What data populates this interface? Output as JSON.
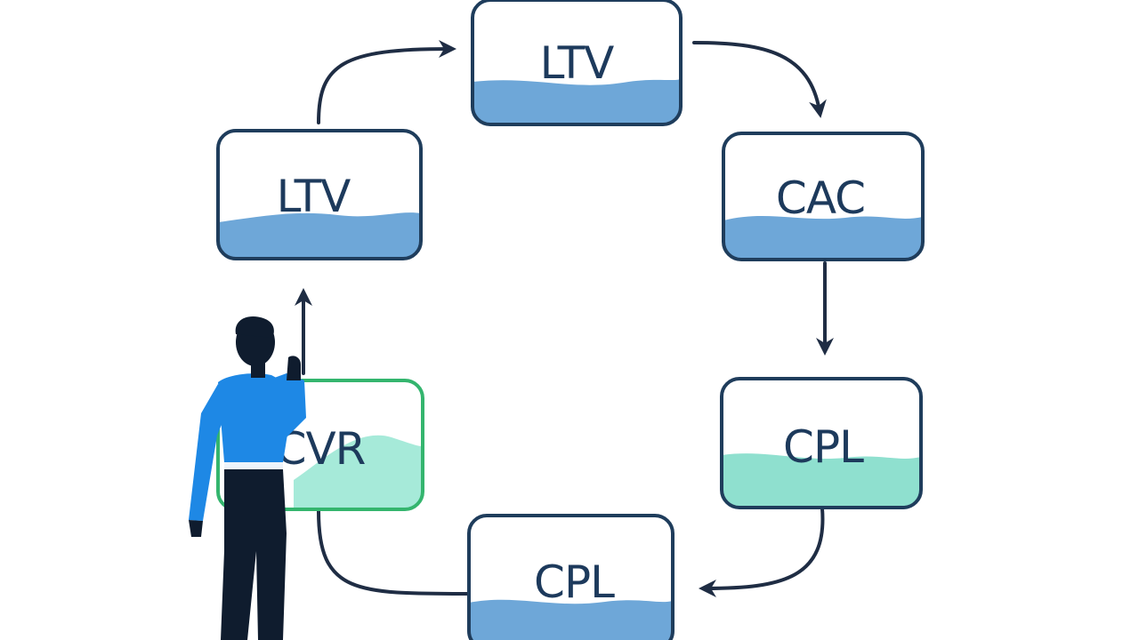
{
  "nodes": [
    {
      "id": "node-ltv-top",
      "label": "LTV",
      "fill_color": "#6ea7d8",
      "border_color": "#1f3d5c"
    },
    {
      "id": "node-cac",
      "label": "CAC",
      "fill_color": "#6ea7d8",
      "border_color": "#1f3d5c"
    },
    {
      "id": "node-cpl-right",
      "label": "CPL",
      "fill_color": "#8fe0cf",
      "border_color": "#1f3d5c"
    },
    {
      "id": "node-cpl-bottom",
      "label": "CPL",
      "fill_color": "#6ea7d8",
      "border_color": "#1f3d5c"
    },
    {
      "id": "node-cvr",
      "label": "CVR",
      "fill_color": "#a6ead9",
      "border_color": "#34b56e"
    },
    {
      "id": "node-ltv-left",
      "label": "LTV",
      "fill_color": "#6ea7d8",
      "border_color": "#1f3d5c"
    }
  ],
  "connectors": [
    {
      "from": "LTV",
      "to": "CAC"
    },
    {
      "from": "CAC",
      "to": "CPL"
    },
    {
      "from": "CPL",
      "to": "CPL"
    },
    {
      "from": "CPL",
      "to": "CVR"
    },
    {
      "from": "CVR",
      "to": "LTV"
    },
    {
      "from": "LTV",
      "to": "LTV"
    }
  ],
  "colors": {
    "background": "#ffffff",
    "text": "#1d3a5c",
    "arrow": "#1f2d44",
    "person_shirt": "#1e88e5",
    "person_pants": "#0f1c2e",
    "person_hair": "#0f1c2e",
    "person_belt": "#ffffff"
  },
  "illustration": {
    "person": "person-facing-diagram"
  }
}
